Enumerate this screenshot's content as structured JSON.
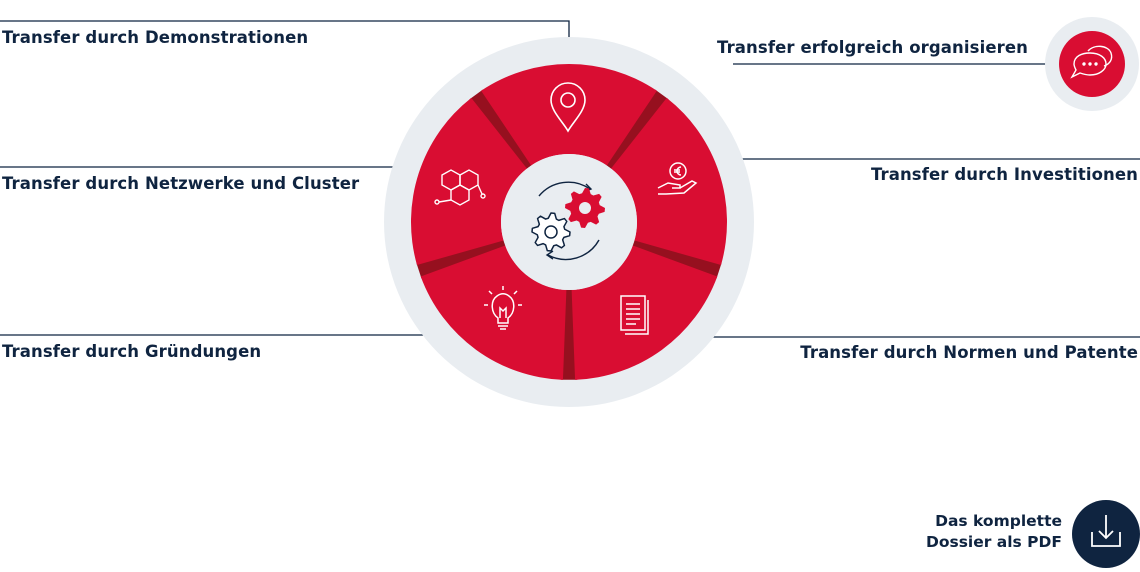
{
  "labels": {
    "demonstrationen": "Transfer durch Demonstrationen",
    "netzwerke": "Transfer durch Netzwerke und Cluster",
    "gruendungen": "Transfer durch Gründungen",
    "organisieren": "Transfer erfolgreich organisieren",
    "investitionen": "Transfer durch Investitionen",
    "normen": "Transfer durch Normen und Patente"
  },
  "download": {
    "line1": "Das komplette",
    "line2": "Dossier als PDF",
    "icon": "download-icon"
  },
  "icons": {
    "center": "gears-icon",
    "demonstrationen": "map-pin-icon",
    "investitionen": "hand-euro-icon",
    "normen": "documents-icon",
    "gruendungen": "lightbulb-icon",
    "netzwerke": "network-hexagon-icon",
    "organisieren": "chat-bubbles-icon"
  },
  "colors": {
    "segment": "#d90d32",
    "separator": "#96101f",
    "ring": "#e9edf1",
    "text": "#0f2440",
    "download_circle": "#0f2440"
  }
}
